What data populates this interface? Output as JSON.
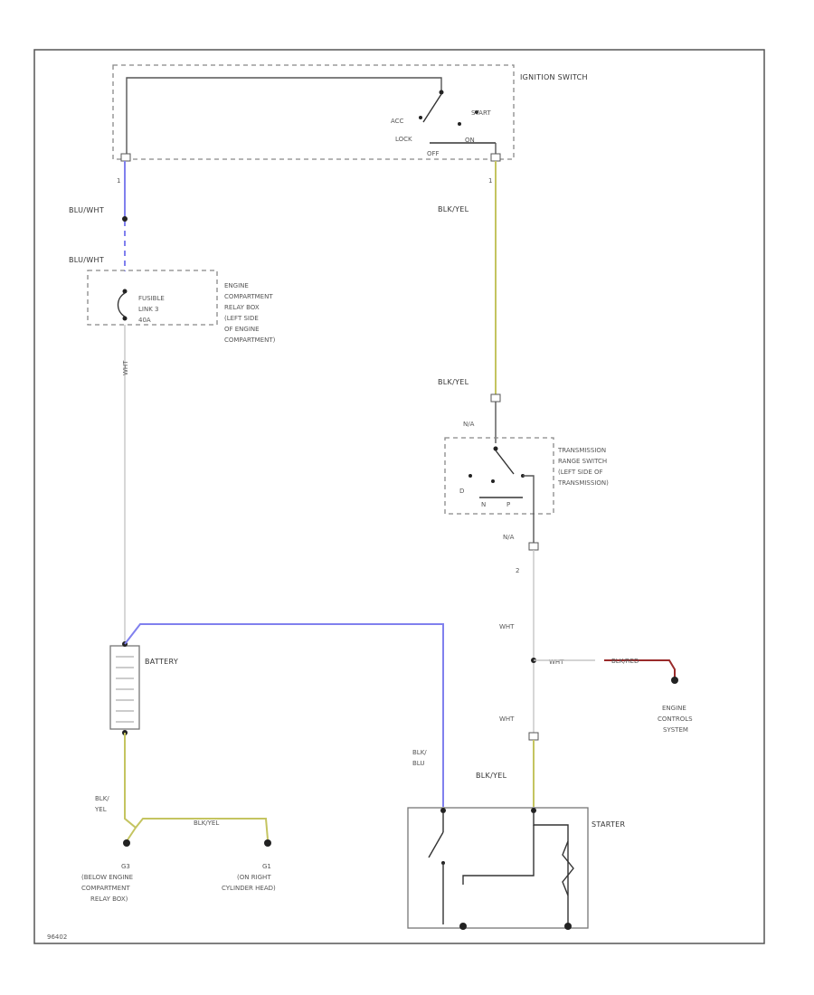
{
  "components": {
    "ignition_switch": {
      "title": "IGNITION SWITCH",
      "acc": "ACC",
      "lock": "LOCK",
      "off": "OFF",
      "on": "ON",
      "start": "START",
      "pin_left": "1",
      "pin_right": "1"
    },
    "fusible_link": {
      "label_lines": [
        "FUSIBLE",
        "LINK 3",
        "40A"
      ]
    },
    "relay_box": {
      "label_lines": [
        "ENGINE",
        "COMPARTMENT",
        "RELAY BOX",
        "(LEFT SIDE",
        "OF ENGINE",
        "COMPARTMENT)"
      ]
    },
    "trans_range_switch": {
      "label_lines": [
        "TRANSMISSION",
        "RANGE SWITCH",
        "(LEFT SIDE OF",
        "TRANSMISSION)"
      ],
      "connector_top": "N/A",
      "connector_bottom": "N/A",
      "pos_d": "D",
      "pos_n": "N",
      "pos_p": "P"
    },
    "battery": {
      "label": "BATTERY"
    },
    "starter": {
      "label": "STARTER"
    },
    "engine_controls": {
      "label_lines": [
        "ENGINE",
        "CONTROLS",
        "SYSTEM"
      ]
    },
    "ground_g3": {
      "id": "G3",
      "label_lines": [
        "(BELOW ENGINE",
        "COMPARTMENT",
        "RELAY BOX)"
      ]
    },
    "ground_g1": {
      "id": "G1",
      "label_lines": [
        "(ON RIGHT",
        "CYLINDER HEAD)"
      ]
    }
  },
  "wires": {
    "blu_wht_1": "BLU/WHT",
    "blu_wht_2": "BLU/WHT",
    "wht_vertical": "WHT",
    "blk_yel_1": "BLK/YEL",
    "blk_yel_2": "BLK/YEL",
    "pin_2": "2",
    "wht_1": "WHT",
    "wht_2": "WHT",
    "wht_3": "WHT",
    "ecs_wire": "BLK/RED",
    "blk_blu_lines": [
      "BLK/",
      "BLU"
    ],
    "blk_yel_3": "BLK/YEL",
    "blk_yel_4_lines": [
      "BLK/",
      "YEL"
    ],
    "blk_yel_ground": "BLK/YEL"
  },
  "footer": {
    "code": "96402"
  },
  "colors": {
    "blue_wire": "#8080ee",
    "yellow_wire": "#c4c460",
    "red_wire": "#9a2a2a",
    "gray_wire": "#c6c6c6"
  }
}
